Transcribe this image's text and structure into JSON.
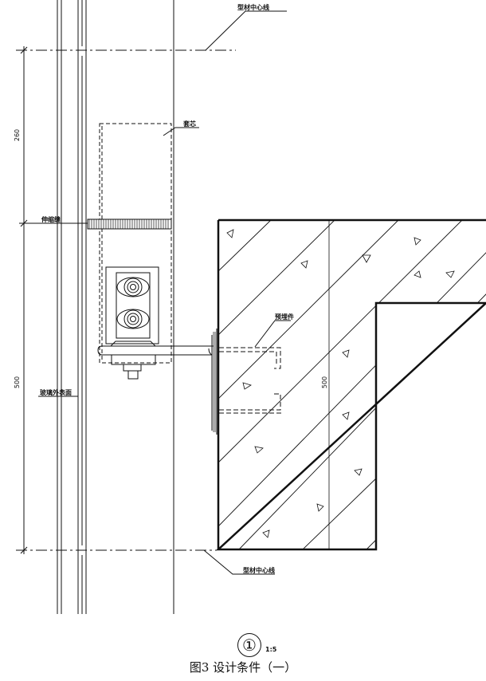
{
  "labels": {
    "profile_centerline_top": "型材中心线",
    "core_sleeve": "套芯",
    "expansion_joint": "伸缩缝",
    "embedded_part": "预埋件",
    "glass_outer_surface": "玻璃外表面",
    "profile_centerline_bottom": "型材中心线"
  },
  "dimensions": {
    "upper": "260",
    "lower": "500",
    "slab": "500"
  },
  "detail": {
    "number": "①",
    "scale": "1:5"
  },
  "caption": "图3 设计条件（一）"
}
